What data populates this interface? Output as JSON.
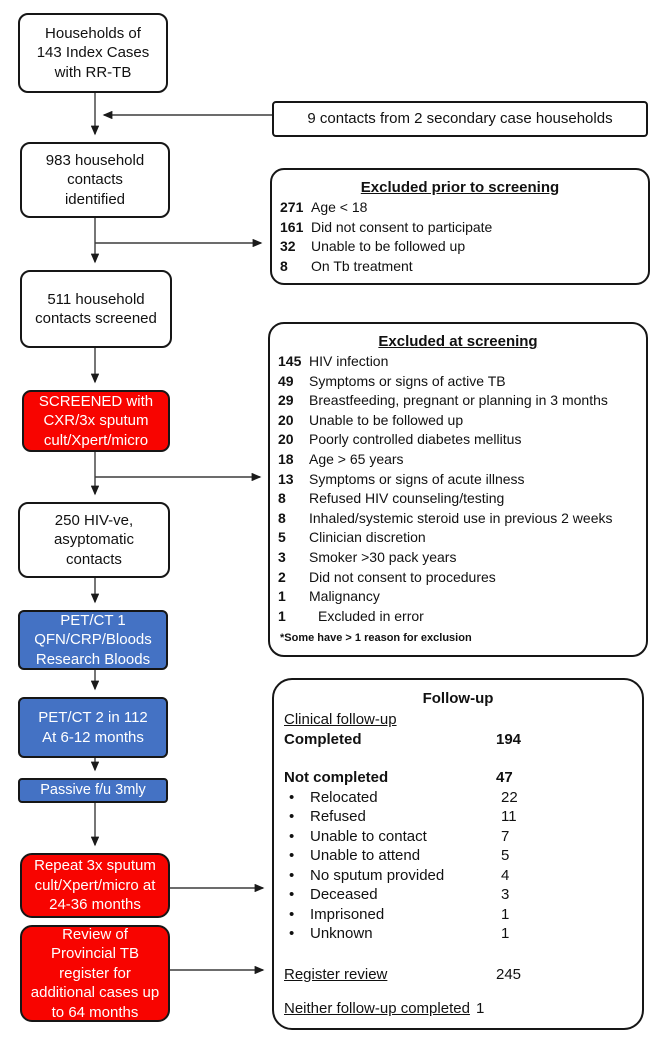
{
  "palette": {
    "red": "#f80400",
    "blue": "#4472c4",
    "border": "#161616",
    "arrow": "#3c3c3c"
  },
  "boxes": {
    "households": "Households of\n143 Index Cases\nwith RR-TB",
    "secondary": "9 contacts from 2 secondary case households",
    "identified": "983 household\ncontacts\nidentified",
    "screened_count": "511 household\ncontacts screened",
    "screening_method": "SCREENED with\nCXR/3x sputum\ncult/Xpert/micro",
    "hiv_negative": "250 HIV-ve,\nasyptomatic\ncontacts",
    "petct1": "PET/CT 1\nQFN/CRP/Bloods\nResearch Bloods",
    "petct2": "PET/CT 2 in 112\nAt 6-12 months",
    "passive": "Passive f/u 3mly",
    "repeat_sputum": "Repeat 3x sputum\ncult/Xpert/micro at\n24-36 months",
    "provincial_register": "Review of\nProvincial TB\nregister for\nadditional cases up\nto 64 months"
  },
  "excluded_prior": {
    "title": "Excluded prior to screening",
    "items": [
      {
        "count": "271",
        "label": "Age < 18"
      },
      {
        "count": "161",
        "label": "Did not consent to participate"
      },
      {
        "count": "32",
        "label": "Unable to be followed up"
      },
      {
        "count": "8",
        "label": "On Tb treatment"
      }
    ]
  },
  "excluded_screening": {
    "title": "Excluded at screening",
    "items": [
      {
        "count": "145",
        "label": "HIV infection"
      },
      {
        "count": "49",
        "label": "Symptoms or signs of active TB"
      },
      {
        "count": "29",
        "label": "Breastfeeding, pregnant or planning in 3 months"
      },
      {
        "count": "20",
        "label": "Unable to be followed up"
      },
      {
        "count": "20",
        "label": "Poorly controlled diabetes mellitus"
      },
      {
        "count": "18",
        "label": "Age > 65 years"
      },
      {
        "count": "13",
        "label": "Symptoms or signs of acute illness"
      },
      {
        "count": "8",
        "label": "Refused HIV counseling/testing"
      },
      {
        "count": "8",
        "label": "Inhaled/systemic steroid use in previous 2 weeks"
      },
      {
        "count": "5",
        "label": "Clinician discretion"
      },
      {
        "count": "3",
        "label": "Smoker >30 pack years"
      },
      {
        "count": "2",
        "label": "Did not consent to procedures"
      },
      {
        "count": "1",
        "label": "Malignancy"
      },
      {
        "count": "1",
        "label": "Excluded in error"
      }
    ],
    "footnote": "*Some have > 1 reason for exclusion"
  },
  "followup": {
    "title": "Follow-up",
    "clinical_heading": "Clinical follow-up",
    "completed": {
      "label": "Completed",
      "value": "194"
    },
    "not_completed": {
      "label": "Not completed",
      "value": "47"
    },
    "reasons": [
      {
        "label": "Relocated",
        "value": "22"
      },
      {
        "label": "Refused",
        "value": "11"
      },
      {
        "label": "Unable to contact",
        "value": "7"
      },
      {
        "label": "Unable to attend",
        "value": "5"
      },
      {
        "label": "No sputum provided",
        "value": "4"
      },
      {
        "label": "Deceased",
        "value": "3"
      },
      {
        "label": "Imprisoned",
        "value": "1"
      },
      {
        "label": "Unknown",
        "value": "1"
      }
    ],
    "register_review": {
      "label": "Register review",
      "value": "245"
    },
    "neither": {
      "label": "Neither follow-up completed",
      "value": "1"
    }
  }
}
